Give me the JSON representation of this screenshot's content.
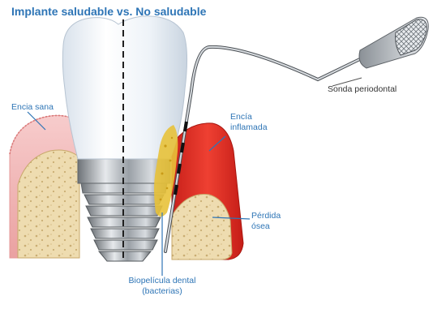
{
  "title": "Implante saludable vs.  No saludable",
  "labels": {
    "healthy_gum": "Encia sana",
    "inflamed_gum": [
      "Encía",
      "inflamada"
    ],
    "bone_loss": [
      "Pérdida",
      "ósea"
    ],
    "biofilm": [
      "Biopelícula dental",
      "(bacterias)"
    ],
    "probe": "Sonda periodontal"
  },
  "colors": {
    "accent": "#2e75b6",
    "healthy_gum": "#f4b8b8",
    "inflamed_gum": "#e63023",
    "bone": "#eedcb0",
    "biofilm": "#e8c23a",
    "crown": "#eef3f8",
    "implant": "#a9adb2"
  }
}
